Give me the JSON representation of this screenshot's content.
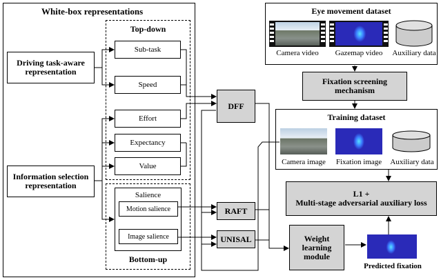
{
  "white_box": {
    "title": "White-box representations"
  },
  "top_down": {
    "label": "Top-down",
    "items": [
      "Sub-task",
      "Speed",
      "Effort",
      "Expectancy",
      "Value"
    ]
  },
  "driving": {
    "label": "Driving task-aware representation"
  },
  "info": {
    "label": "Information selection representation"
  },
  "bottom_up": {
    "label": "Bottom-up",
    "salience_title": "Salience",
    "motion": "Motion salience",
    "image": "Image salience"
  },
  "dff": "DFF",
  "raft": "RAFT",
  "unisal": "UNISAL",
  "weight": "Weight learning module",
  "eye_dataset": {
    "title": "Eye movement dataset",
    "items": [
      "Camera video",
      "Gazemap video",
      "Auxiliary data"
    ]
  },
  "fixation_screen": "Fixation screening mechanism",
  "training": {
    "title": "Training dataset",
    "items": [
      "Camera image",
      "Fixation image",
      "Auxiliary data"
    ]
  },
  "loss": {
    "line1": "L1 +",
    "line2": "Multi-stage adversarial auxiliary loss"
  },
  "predicted": "Predicted fixation",
  "colors": {
    "box_gray": "#d4d4d4",
    "heat_bg": "#2a2ab8",
    "heat_hot": "#59e3ff"
  }
}
